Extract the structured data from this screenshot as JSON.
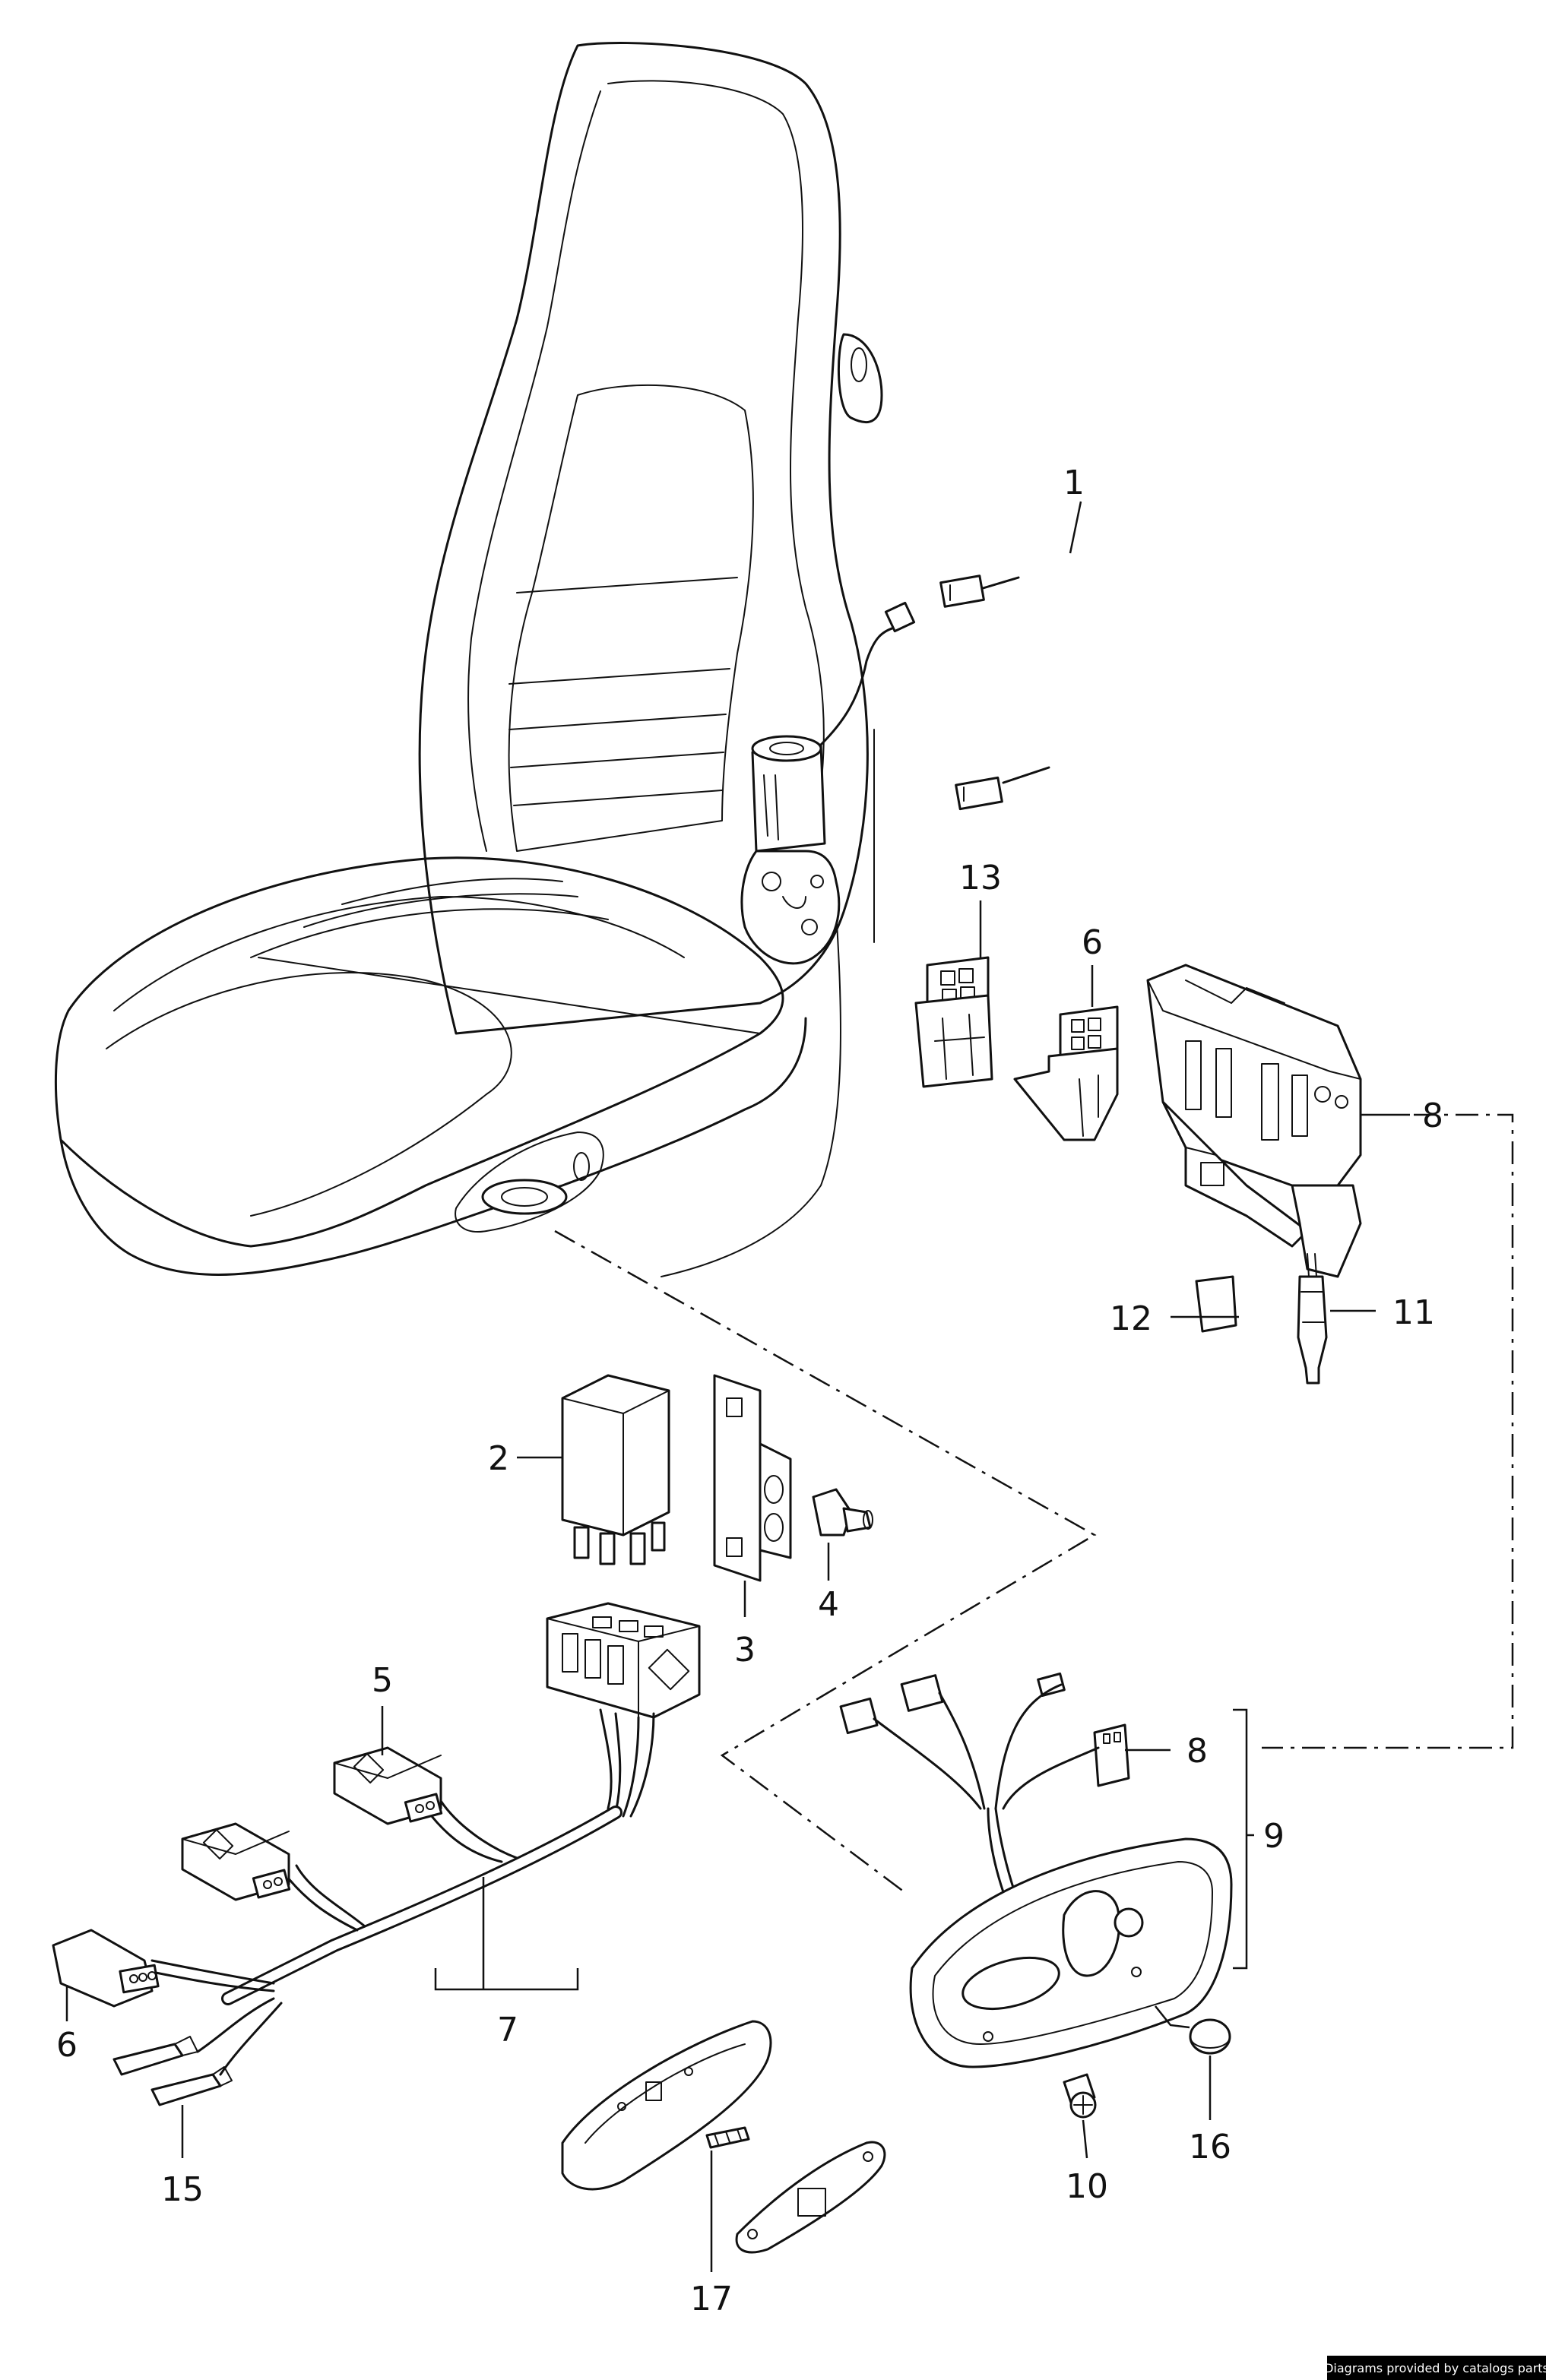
{
  "callouts": [
    {
      "id": "c1",
      "label": "1"
    },
    {
      "id": "c2",
      "label": "2"
    },
    {
      "id": "c3",
      "label": "3"
    },
    {
      "id": "c4",
      "label": "4"
    },
    {
      "id": "c5",
      "label": "5"
    },
    {
      "id": "c6a",
      "label": "6"
    },
    {
      "id": "c6b",
      "label": "6"
    },
    {
      "id": "c7",
      "label": "7"
    },
    {
      "id": "c8a",
      "label": "8"
    },
    {
      "id": "c8b",
      "label": "8"
    },
    {
      "id": "c9",
      "label": "9"
    },
    {
      "id": "c10",
      "label": "10"
    },
    {
      "id": "c11",
      "label": "11"
    },
    {
      "id": "c12",
      "label": "12"
    },
    {
      "id": "c13",
      "label": "13"
    },
    {
      "id": "c15",
      "label": "15"
    },
    {
      "id": "c16",
      "label": "16"
    },
    {
      "id": "c17",
      "label": "17"
    }
  ],
  "credit": "Diagrams provided by catalogs parts"
}
